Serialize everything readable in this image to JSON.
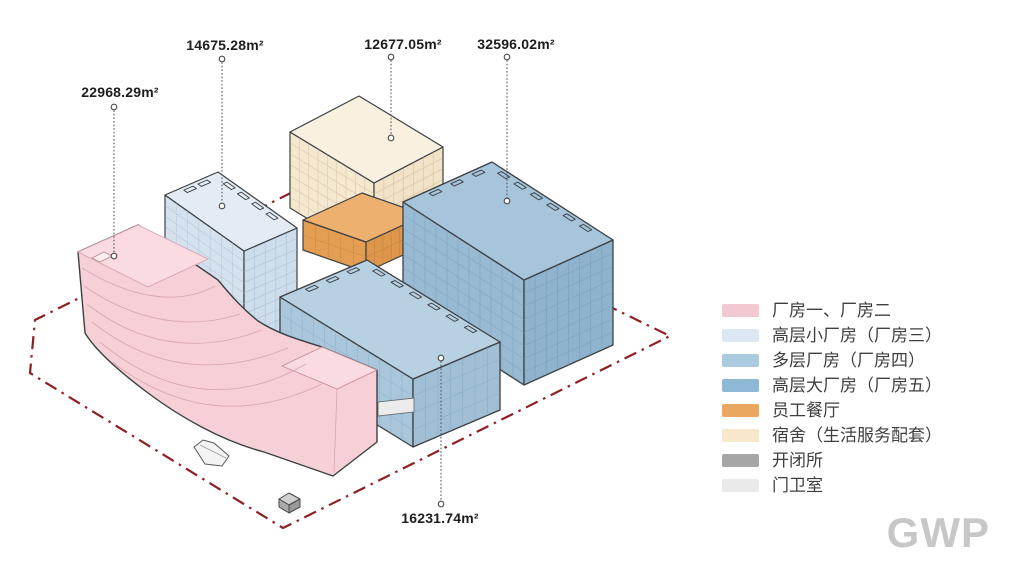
{
  "diagram": {
    "type": "isometric-site-massing-diagram",
    "boundary_color": "#8e2024",
    "area_labels": [
      {
        "building": "厂房一、厂房二",
        "text": "22968.29m²"
      },
      {
        "building": "高层小厂房（厂房三）",
        "text": "14675.28m²"
      },
      {
        "building": "宿舍（生活服务配套）",
        "text": "12677.05m²"
      },
      {
        "building": "高层大厂房（厂房五）",
        "text": "32596.02m²"
      },
      {
        "building": "多层厂房（厂房四）",
        "text": "16231.74m²"
      }
    ],
    "legend": {
      "items": [
        {
          "label": "厂房一、厂房二",
          "color": "#f2c9d0"
        },
        {
          "label": "高层小厂房（厂房三）",
          "color": "#dce8f3"
        },
        {
          "label": "多层厂房（厂房四）",
          "color": "#aacade"
        },
        {
          "label": "高层大厂房（厂房五）",
          "color": "#8fb8d6"
        },
        {
          "label": "员工餐厅",
          "color": "#e9a760"
        },
        {
          "label": "宿舍（生活服务配套）",
          "color": "#f9e7cb"
        },
        {
          "label": "开闭所",
          "color": "#a6a6a6"
        },
        {
          "label": "门卫室",
          "color": "#eaeaea"
        }
      ]
    },
    "logo": "GWP"
  }
}
